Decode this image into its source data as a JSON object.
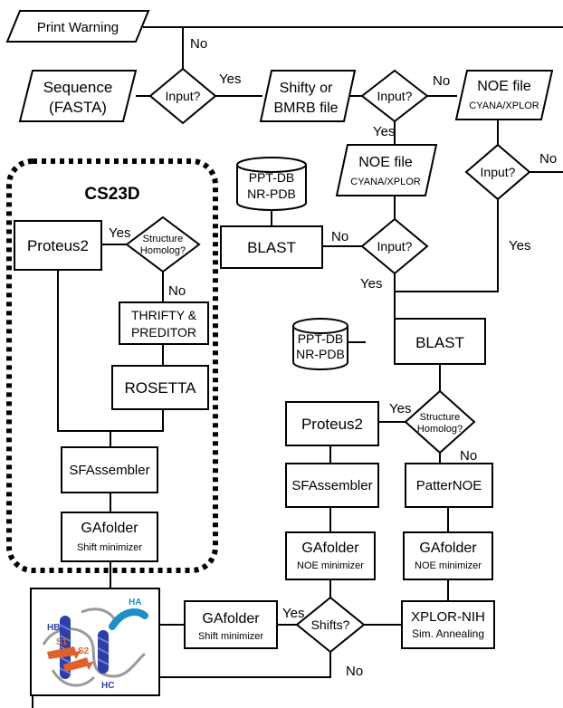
{
  "colors": {
    "line": "#000000",
    "fill": "#ffffff",
    "helix_blue": "#2c3fa8",
    "helix_cyan": "#1b8fc9",
    "strand_orange": "#e0622a",
    "loop_gray": "#9a9a9a"
  },
  "top": {
    "print_warning": "Print Warning",
    "no_1": "No",
    "sequence_l1": "Sequence",
    "sequence_l2": "(FASTA)",
    "input_q1": "Input?",
    "yes_1": "Yes",
    "shifty_l1": "Shifty or",
    "shifty_l2": "BMRB file",
    "input_q2": "Input?",
    "no_2": "No",
    "noe_top_l1": "NOE file",
    "noe_top_l2": "CYANA/XPLOR",
    "yes_2": "Yes",
    "noe_mid_l1": "NOE file",
    "noe_mid_l2": "CYANA/XPLOR",
    "input_q3": "Input?",
    "no_3": "No",
    "yes_3": "Yes"
  },
  "cs23d": {
    "title": "CS23D",
    "proteus": "Proteus2",
    "yes": "Yes",
    "homolog_l1": "Structure",
    "homolog_l2": "Homolog?",
    "no": "No",
    "thrifty_l1": "THRIFTY &",
    "thrifty_l2": "PREDITOR",
    "rosetta": "ROSETTA",
    "sfassembler": "SFAssembler",
    "gafolder_l1": "GAfolder",
    "gafolder_l2": "Shift minimizer"
  },
  "blast1": {
    "db_l1": "PPT-DB",
    "db_l2": "NR-PDB",
    "label": "BLAST",
    "no": "No",
    "input_q": "Input?",
    "yes": "Yes"
  },
  "blast2": {
    "db_l1": "PPT-DB",
    "db_l2": "NR-PDB",
    "label": "BLAST",
    "yes": "Yes",
    "homolog_l1": "Structure",
    "homolog_l2": "Homolog?",
    "no": "No"
  },
  "right": {
    "proteus": "Proteus2",
    "sfassembler": "SFAssembler",
    "patternoe": "PatterNOE",
    "gafolder_a_l1": "GAfolder",
    "gafolder_a_l2": "NOE minimizer",
    "gafolder_b_l1": "GAfolder",
    "gafolder_b_l2": "NOE minimizer",
    "shifts_q": "Shifts?",
    "yes": "Yes",
    "no": "No",
    "xplor_l1": "XPLOR-NIH",
    "xplor_l2": "Sim. Annealing",
    "gafolder_c_l1": "GAfolder",
    "gafolder_c_l2": "Shift minimizer"
  },
  "structure": {
    "hb": "HB",
    "ha": "HA",
    "s1": "S1",
    "s2": "S2",
    "hc": "HC"
  }
}
